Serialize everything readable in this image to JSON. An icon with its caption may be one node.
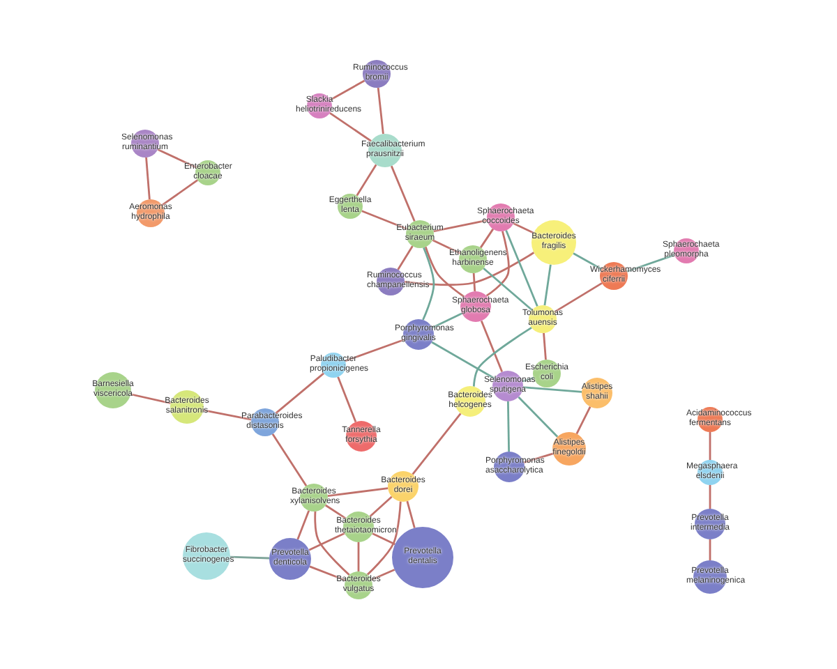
{
  "diagram": {
    "nodes": [
      {
        "text": [
          "Ruminococcus bromii"
        ]
      },
      {
        "text": [
          "Slackia heliotrinireducens"
        ]
      },
      {
        "text": [
          "Faecalibacterium prausnitzii"
        ]
      },
      {
        "text": [
          "Selenomonas ruminantium"
        ]
      },
      {
        "text": [
          "Enterobacter cloacae"
        ]
      },
      {
        "text": [
          "Aeromonas hydrophila"
        ]
      },
      {
        "text": [
          "Eggerthella lenta"
        ]
      },
      {
        "text": [
          "Eubacterium siraeum"
        ]
      },
      {
        "text": [
          "Sphaerochaeta coccoides"
        ]
      },
      {
        "text": [
          "Bacteroides fragilis"
        ]
      },
      {
        "text": [
          "Ethanoligenens harbinense"
        ]
      },
      {
        "text": [
          "Ruminococcus champanellensis"
        ]
      },
      {
        "text": [
          "Sphaerochaeta pleomorpha"
        ]
      },
      {
        "text": [
          "Wickerhamomyces ciferrii"
        ]
      },
      {
        "text": [
          "Sphaerochaeta globosa"
        ]
      },
      {
        "text": [
          "Tolumonas auensis"
        ]
      },
      {
        "text": [
          "Porphyromonas gingivalis"
        ]
      },
      {
        "text": [
          "Paludibacter propionicigenes"
        ]
      },
      {
        "text": [
          "Escherichia coli"
        ]
      },
      {
        "text": [
          "Selenomonas sputigena"
        ]
      },
      {
        "text": [
          "Alistipes shahii"
        ]
      },
      {
        "text": [
          "Barnesiella viscericola"
        ]
      },
      {
        "text": [
          "Bacteroides salanitronis"
        ]
      },
      {
        "text": [
          "Bacteroides helcogenes"
        ]
      },
      {
        "text": [
          "Parabacteroides distasonis"
        ]
      },
      {
        "text": [
          "Tannerella forsythia"
        ]
      },
      {
        "text": [
          "Alistipes finegoldii"
        ]
      },
      {
        "text": [
          "Porphyromonas asaccharolytica"
        ]
      },
      {
        "text": [
          "Acidaminococcus fermentans"
        ]
      },
      {
        "text": [
          "Megasphaera elsdenii"
        ]
      },
      {
        "text": [
          "Bacteroides dorei"
        ]
      },
      {
        "text": [
          "Bacteroides xylanisolvens"
        ]
      },
      {
        "text": [
          "Prevotella intermedia"
        ]
      },
      {
        "text": [
          "Bacteroides thetaiotaomicron"
        ]
      },
      {
        "text": [
          "Fibrobacter succinogenes"
        ]
      },
      {
        "text": [
          "Prevotella denticola"
        ]
      },
      {
        "text": [
          "Prevotella dentalis"
        ]
      },
      {
        "text": [
          "Bacteroides vulgatus"
        ]
      },
      {
        "text": [
          "Prevotella melaninogenica"
        ]
      }
    ],
    "edges": [
      {
        "from": 0,
        "to": 1,
        "arrow": "none"
      },
      {
        "from": 0,
        "to": 2,
        "arrow": "none"
      },
      {
        "from": 1,
        "to": 2,
        "arrow": "none"
      },
      {
        "from": 2,
        "to": 6,
        "arrow": "none"
      },
      {
        "from": 2,
        "to": 7,
        "arrow": "none"
      },
      {
        "from": 6,
        "to": 7,
        "arrow": "none"
      },
      {
        "from": 3,
        "to": 4,
        "arrow": "none"
      },
      {
        "from": 3,
        "to": 5,
        "arrow": "none"
      },
      {
        "from": 4,
        "to": 5,
        "arrow": "none"
      },
      {
        "from": 7,
        "to": 8,
        "arrow": "none"
      },
      {
        "from": 7,
        "to": 10,
        "arrow": "none"
      },
      {
        "from": 7,
        "to": 14,
        "arrow": "none"
      },
      {
        "from": 7,
        "to": 11,
        "arrow": "none"
      },
      {
        "from": 11,
        "to": 9,
        "arrow": "none"
      },
      {
        "from": 8,
        "to": 10,
        "arrow": "none"
      },
      {
        "from": 8,
        "to": 14,
        "arrow": "none"
      },
      {
        "from": 8,
        "to": 9,
        "arrow": "none"
      },
      {
        "from": 10,
        "to": 14,
        "arrow": "none"
      },
      {
        "from": 14,
        "to": 19,
        "arrow": "none"
      },
      {
        "from": 13,
        "to": 15,
        "arrow": "none"
      },
      {
        "from": 15,
        "to": 18,
        "arrow": "none"
      },
      {
        "from": 16,
        "to": 17,
        "arrow": "none"
      },
      {
        "from": 17,
        "to": 24,
        "arrow": "none"
      },
      {
        "from": 17,
        "to": 25,
        "arrow": "none"
      },
      {
        "from": 21,
        "to": 22,
        "arrow": "none"
      },
      {
        "from": 22,
        "to": 24,
        "arrow": "none"
      },
      {
        "from": 24,
        "to": 31,
        "arrow": "none"
      },
      {
        "from": 23,
        "to": 30,
        "arrow": "none"
      },
      {
        "from": 20,
        "to": 26,
        "arrow": "none"
      },
      {
        "from": 26,
        "to": 27,
        "arrow": "none"
      },
      {
        "from": 28,
        "to": 29,
        "arrow": "none"
      },
      {
        "from": 29,
        "to": 32,
        "arrow": "none"
      },
      {
        "from": 32,
        "to": 38,
        "arrow": "none"
      },
      {
        "from": 31,
        "to": 30,
        "arrow": "none"
      },
      {
        "from": 31,
        "to": 33,
        "arrow": "none"
      },
      {
        "from": 31,
        "to": 35,
        "arrow": "none"
      },
      {
        "from": 31,
        "to": 37,
        "arrow": "none"
      },
      {
        "from": 30,
        "to": 33,
        "arrow": "none"
      },
      {
        "from": 30,
        "to": 37,
        "arrow": "none"
      },
      {
        "from": 30,
        "to": 36,
        "arrow": "none"
      },
      {
        "from": 33,
        "to": 35,
        "arrow": "none"
      },
      {
        "from": 33,
        "to": 36,
        "arrow": "none"
      },
      {
        "from": 33,
        "to": 37,
        "arrow": "none"
      },
      {
        "from": 35,
        "to": 37,
        "arrow": "none"
      },
      {
        "from": 36,
        "to": 37,
        "arrow": "none"
      },
      {
        "from": 34,
        "to": 35,
        "arrow": "none",
        "color": "#7fa59a"
      },
      {
        "from": 7,
        "to": 16,
        "arrow": "none",
        "color": "#6fa89a"
      },
      {
        "from": 8,
        "to": 15,
        "arrow": "none",
        "color": "#6fa89a"
      },
      {
        "from": 9,
        "to": 13,
        "arrow": "none",
        "color": "#6fa89a"
      },
      {
        "from": 12,
        "to": 13,
        "arrow": "none",
        "color": "#6fa89a"
      },
      {
        "from": 9,
        "to": 15,
        "arrow": "none",
        "color": "#6fa89a"
      },
      {
        "from": 10,
        "to": 15,
        "arrow": "none",
        "color": "#6fa89a"
      },
      {
        "from": 14,
        "to": 16,
        "arrow": "none",
        "color": "#6fa89a"
      },
      {
        "from": 16,
        "to": 19,
        "arrow": "none",
        "color": "#6fa89a"
      },
      {
        "from": 15,
        "to": 23,
        "arrow": "none",
        "color": "#6fa89a"
      },
      {
        "from": 18,
        "to": 19,
        "arrow": "none",
        "color": "#6fa89a"
      },
      {
        "from": 19,
        "to": 20,
        "arrow": "none",
        "color": "#6fa89a"
      },
      {
        "from": 19,
        "to": 26,
        "arrow": "none",
        "color": "#6fa89a"
      },
      {
        "from": 19,
        "to": 27,
        "arrow": "none",
        "color": "#6fa89a"
      }
    ]
  }
}
